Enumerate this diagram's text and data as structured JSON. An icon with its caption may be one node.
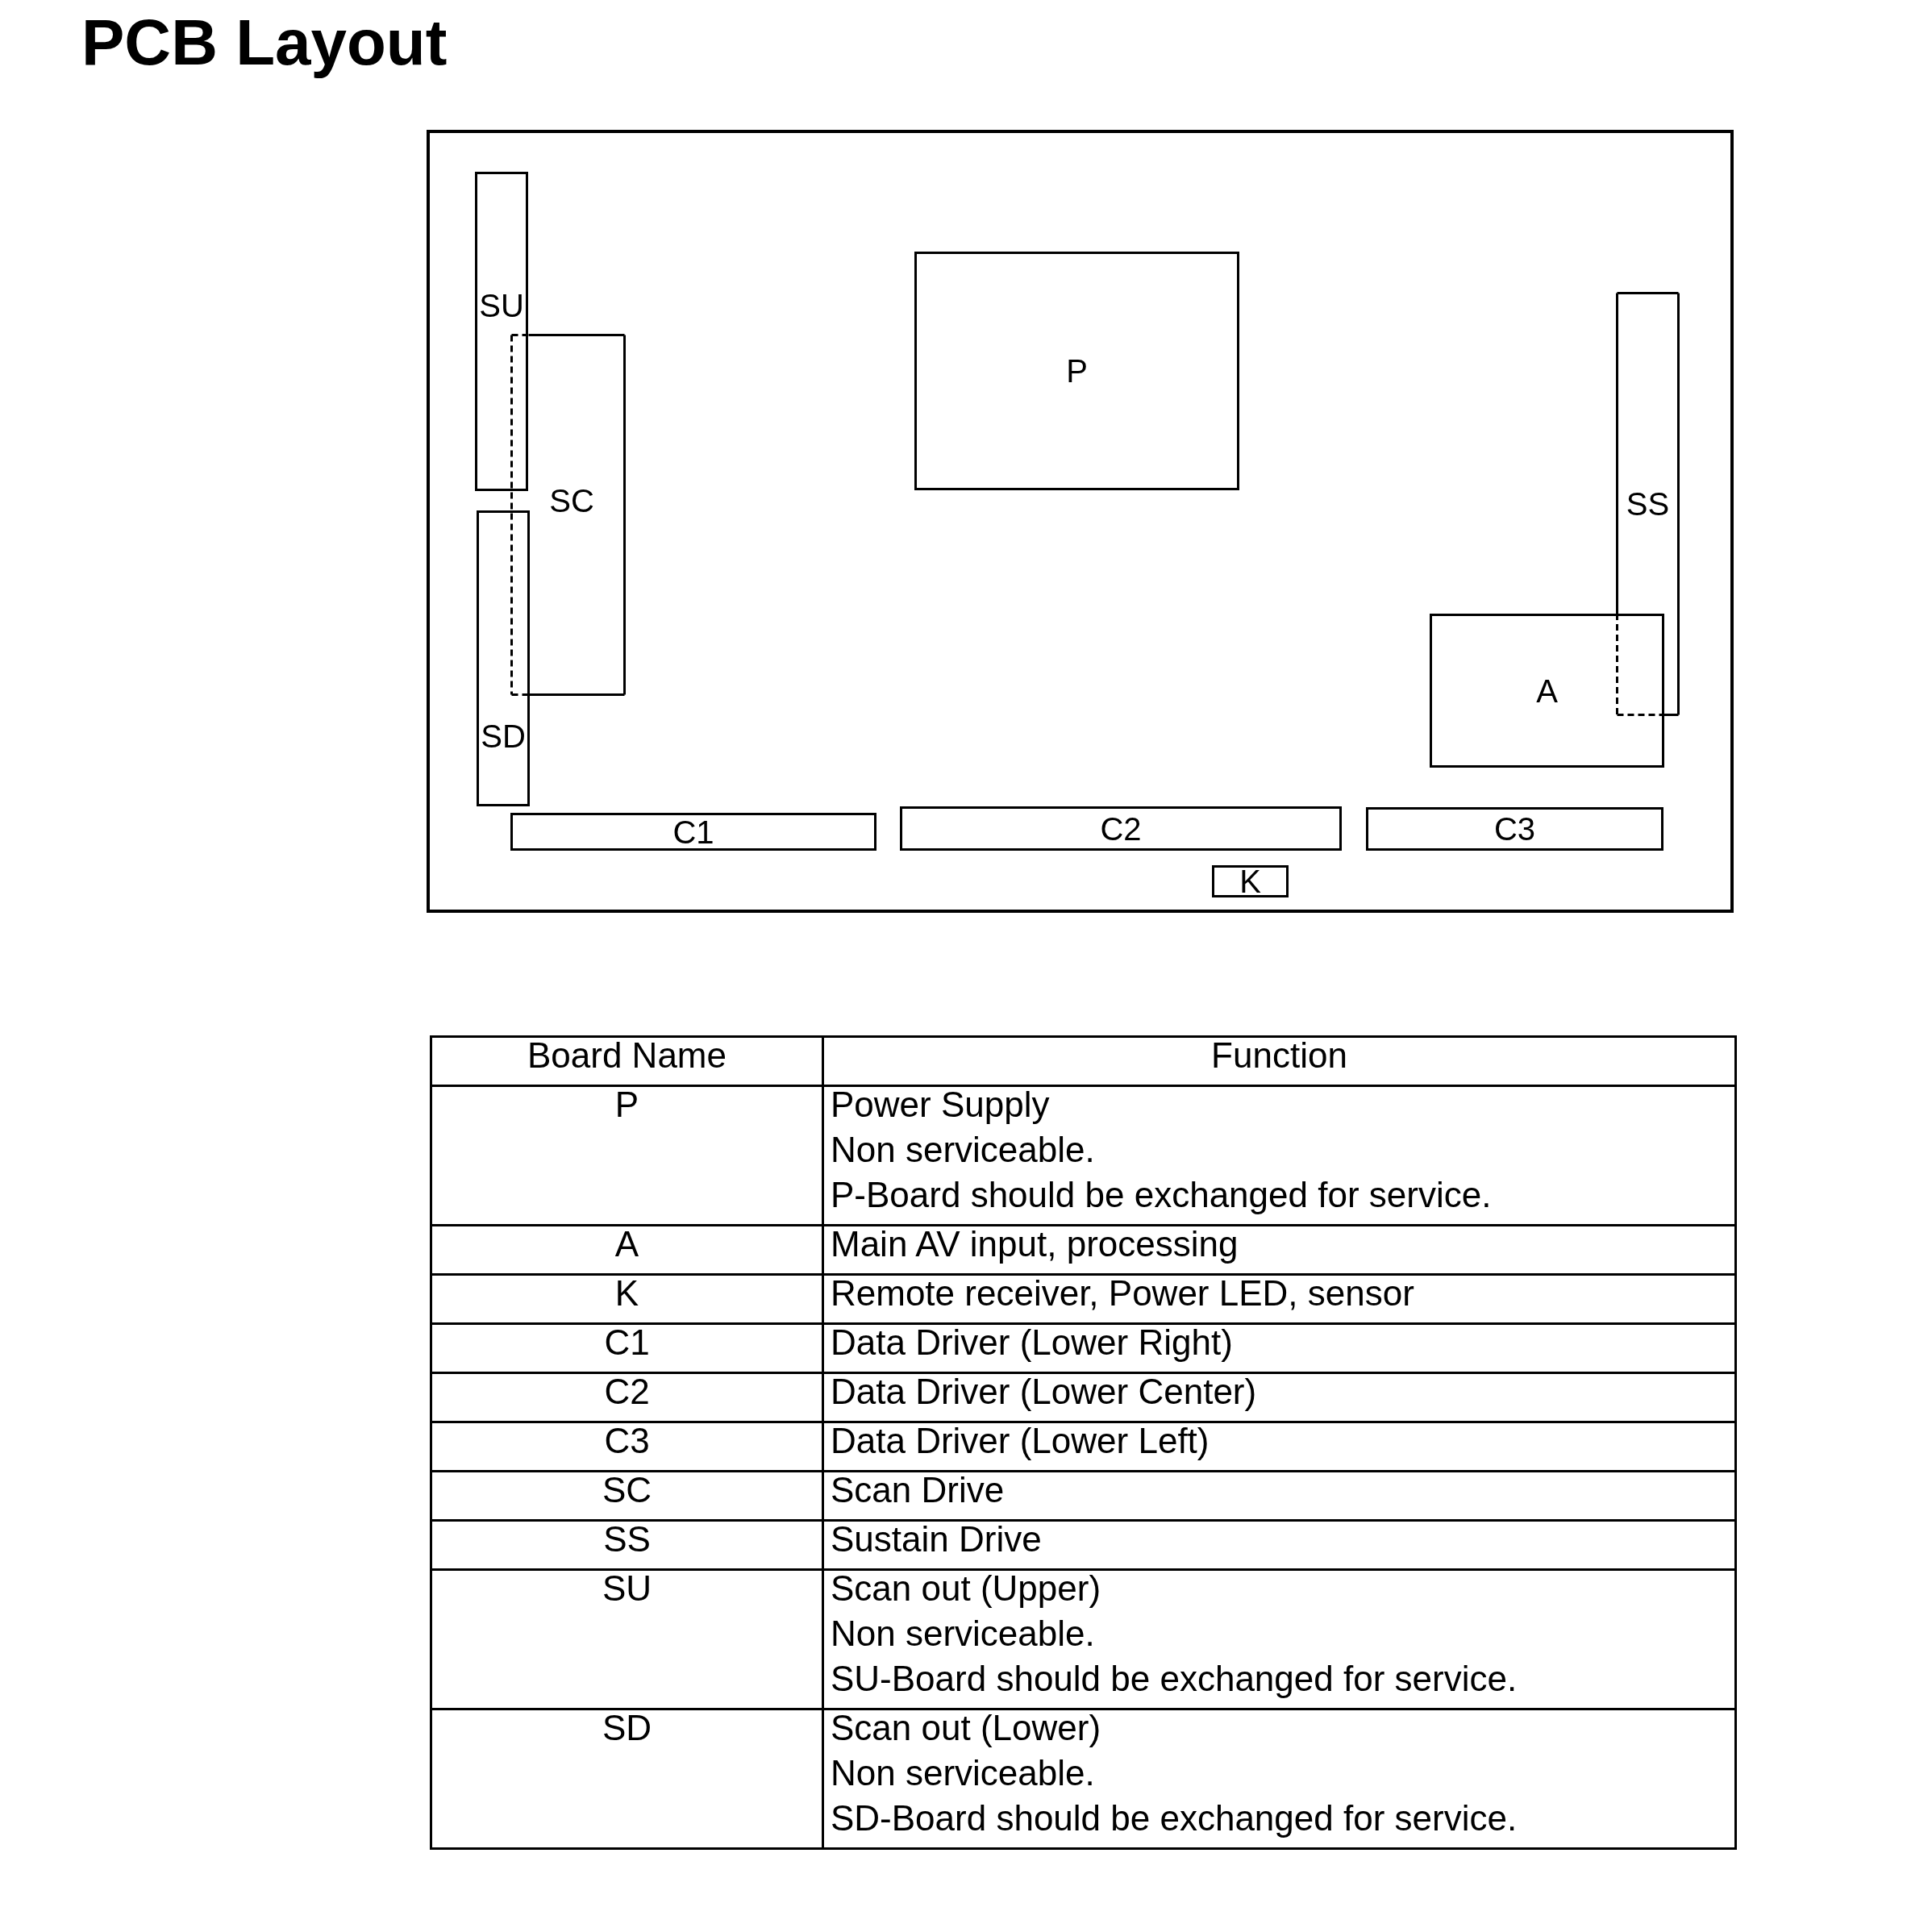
{
  "diagram": {
    "title": "PCB Layout",
    "nodes": [
      {
        "text": [],
        "shape": "box"
      },
      {
        "text": [
          "SU"
        ],
        "in": 0
      },
      {
        "text": [
          "P"
        ],
        "in": 0
      },
      {
        "text": [
          "SS"
        ],
        "in": 0
      },
      {
        "text": [
          "SC"
        ],
        "in": 0
      },
      {
        "text": [
          "SD"
        ],
        "in": 0
      },
      {
        "text": [
          "A"
        ],
        "in": 0
      },
      {
        "text": [
          "C1"
        ],
        "in": 0
      },
      {
        "text": [
          "C2"
        ],
        "in": 0
      },
      {
        "text": [
          "C3"
        ],
        "in": 0
      },
      {
        "text": [
          "K"
        ],
        "in": 0
      }
    ],
    "labels": [
      "Board Name",
      "Function",
      "P",
      "Power Supply",
      "Non serviceable.",
      "P-Board should be exchanged for service.",
      "A",
      "Main AV input, processing",
      "K",
      "Remote receiver, Power LED, sensor",
      "C1",
      "Data Driver (Lower Right)",
      "C2",
      "Data Driver (Lower Center)",
      "C3",
      "Data Driver (Lower Left)",
      "SC",
      "Scan Drive",
      "SS",
      "Sustain Drive",
      "SU",
      "Scan out (Upper)",
      "Non serviceable.",
      "SU-Board should be exchanged for service.",
      "SD",
      "Scan out (Lower)",
      "Non serviceable.",
      "SD-Board should be exchanged for service."
    ]
  }
}
